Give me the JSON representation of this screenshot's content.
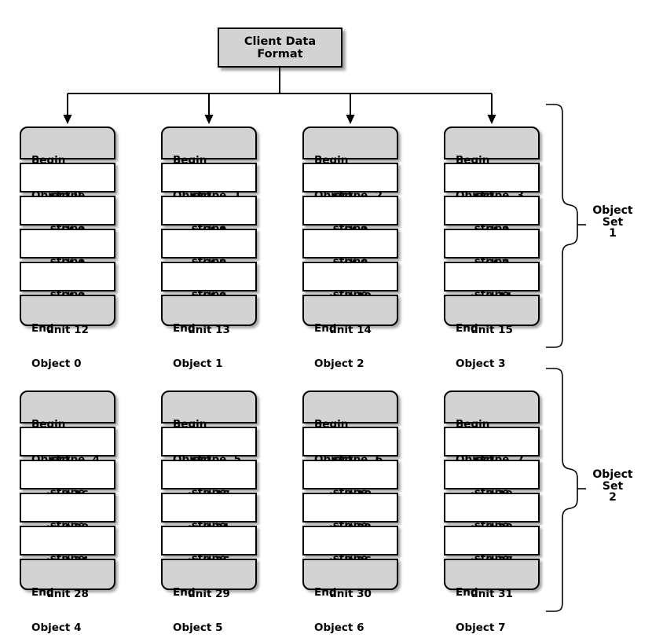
{
  "title": {
    "line1": "Client Data",
    "line2": "Format"
  },
  "colors": {
    "node_fill": "#d3d3d3",
    "stripe_fill": "#ffffff",
    "border": "#000000",
    "background": "#ffffff"
  },
  "sets": [
    {
      "label": [
        "Object",
        "Set",
        "1"
      ],
      "columns": [
        {
          "begin": [
            "Begin",
            "Object 0"
          ],
          "units": [
            [
              "stripe",
              "unit 0"
            ],
            [
              "stripe",
              "unit 4"
            ],
            [
              "stripe",
              "unit 8"
            ],
            [
              "stripe",
              "unit 12"
            ]
          ],
          "end": [
            "End",
            "Object 0"
          ]
        },
        {
          "begin": [
            "Begin",
            "Object      1"
          ],
          "units": [
            [
              "stripe",
              "unit 1"
            ],
            [
              "stripe",
              "unit 5"
            ],
            [
              "stripe",
              "unit 9"
            ],
            [
              "stripe",
              "unit 13"
            ]
          ],
          "end": [
            "End",
            "Object 1"
          ]
        },
        {
          "begin": [
            "Begin",
            "Object      2"
          ],
          "units": [
            [
              "stripe",
              "unit 2"
            ],
            [
              "stripe",
              "unit 6"
            ],
            [
              "stripe",
              "unit 10"
            ],
            [
              "stripe",
              "unit 14"
            ]
          ],
          "end": [
            "End",
            "Object 2"
          ]
        },
        {
          "begin": [
            "Begin",
            "Object      3"
          ],
          "units": [
            [
              "stripe",
              "unit 3"
            ],
            [
              "stripe",
              "unit 7"
            ],
            [
              "stripe",
              "unit 11"
            ],
            [
              "stripe",
              "unit 15"
            ]
          ],
          "end": [
            "End",
            "Object 3"
          ]
        }
      ]
    },
    {
      "label": [
        "Object",
        "Set",
        "2"
      ],
      "columns": [
        {
          "begin": [
            "Begin",
            "Object      4"
          ],
          "units": [
            [
              "stripe",
              "unit 16"
            ],
            [
              "stripe",
              "unit 20"
            ],
            [
              "stripe",
              "unit 24"
            ],
            [
              "stripe",
              "unit 28"
            ]
          ],
          "end": [
            "End",
            "Object 4"
          ]
        },
        {
          "begin": [
            "Begin",
            "Object      5"
          ],
          "units": [
            [
              "stripe",
              "unit 17"
            ],
            [
              "stripe",
              "unit 21"
            ],
            [
              "stripe",
              "unit 25"
            ],
            [
              "stripe",
              "unit 29"
            ]
          ],
          "end": [
            "End",
            "Object 5"
          ]
        },
        {
          "begin": [
            "Begin",
            "Object      6"
          ],
          "units": [
            [
              "stripe",
              "unit 18"
            ],
            [
              "stripe",
              "unit 22"
            ],
            [
              "stripe",
              "unit 26"
            ],
            [
              "stripe",
              "unit 30"
            ]
          ],
          "end": [
            "End",
            "Object 6"
          ]
        },
        {
          "begin": [
            "Begin",
            "Object      7"
          ],
          "units": [
            [
              "stripe",
              "unit 19"
            ],
            [
              "stripe",
              "unit 23"
            ],
            [
              "stripe",
              "unit 27"
            ],
            [
              "stripe",
              "unit 31"
            ]
          ],
          "end": [
            "End",
            "Object 7"
          ]
        }
      ]
    }
  ]
}
